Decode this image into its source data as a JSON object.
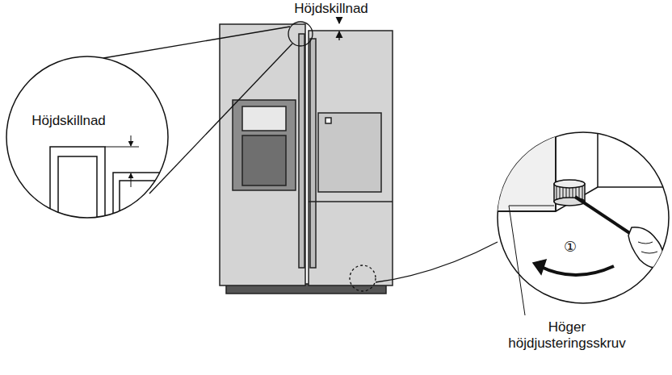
{
  "diagram": {
    "labels": [
      "Höjdskillnad",
      "Höjdskillnad",
      "①",
      "Höger höjdjusteringsskruv"
    ]
  }
}
